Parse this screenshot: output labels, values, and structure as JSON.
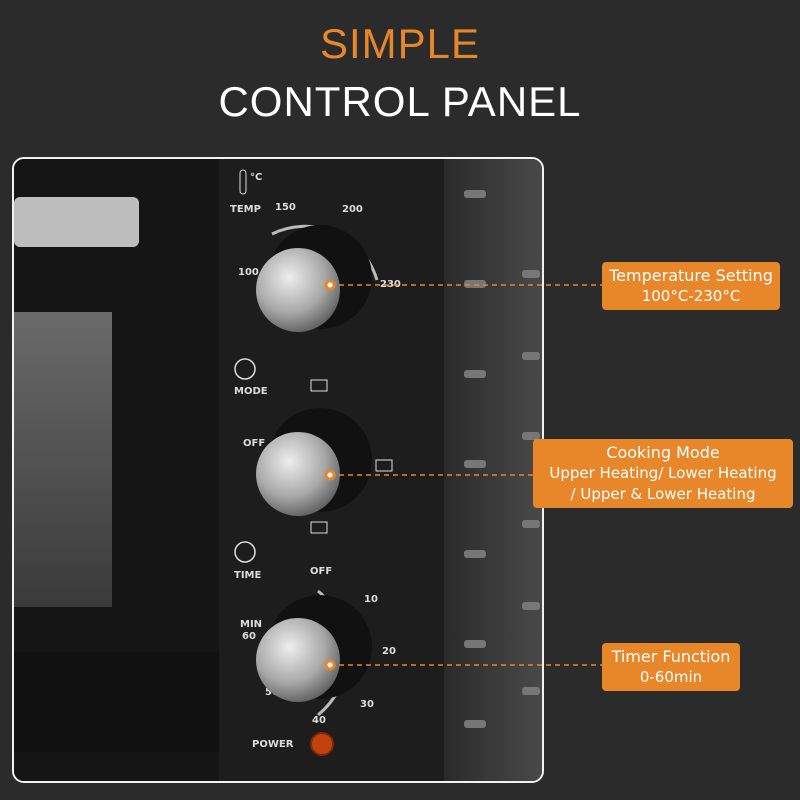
{
  "header": {
    "line1": "SIMPLE",
    "line2": "CONTROL PANEL"
  },
  "colors": {
    "accent": "#e8862a",
    "background": "#2b2b2b",
    "panel": "#1c1c1c"
  },
  "panel": {
    "temp": {
      "label": "TEMP",
      "unit": "°C",
      "ticks": [
        "100",
        "150",
        "200",
        "230"
      ]
    },
    "mode": {
      "label": "MODE",
      "off": "OFF"
    },
    "time": {
      "label": "TIME",
      "min": "MIN",
      "ticks": [
        "OFF",
        "10",
        "20",
        "30",
        "40",
        "50",
        "60"
      ]
    },
    "power": "POWER"
  },
  "callouts": [
    {
      "title": "Temperature Setting",
      "text": "100°C-230°C"
    },
    {
      "title": "Cooking Mode",
      "text": "Upper Heating/ Lower Heating",
      "text2": "/ Upper & Lower Heating"
    },
    {
      "title": "Timer Function",
      "text": "0-60min"
    }
  ]
}
